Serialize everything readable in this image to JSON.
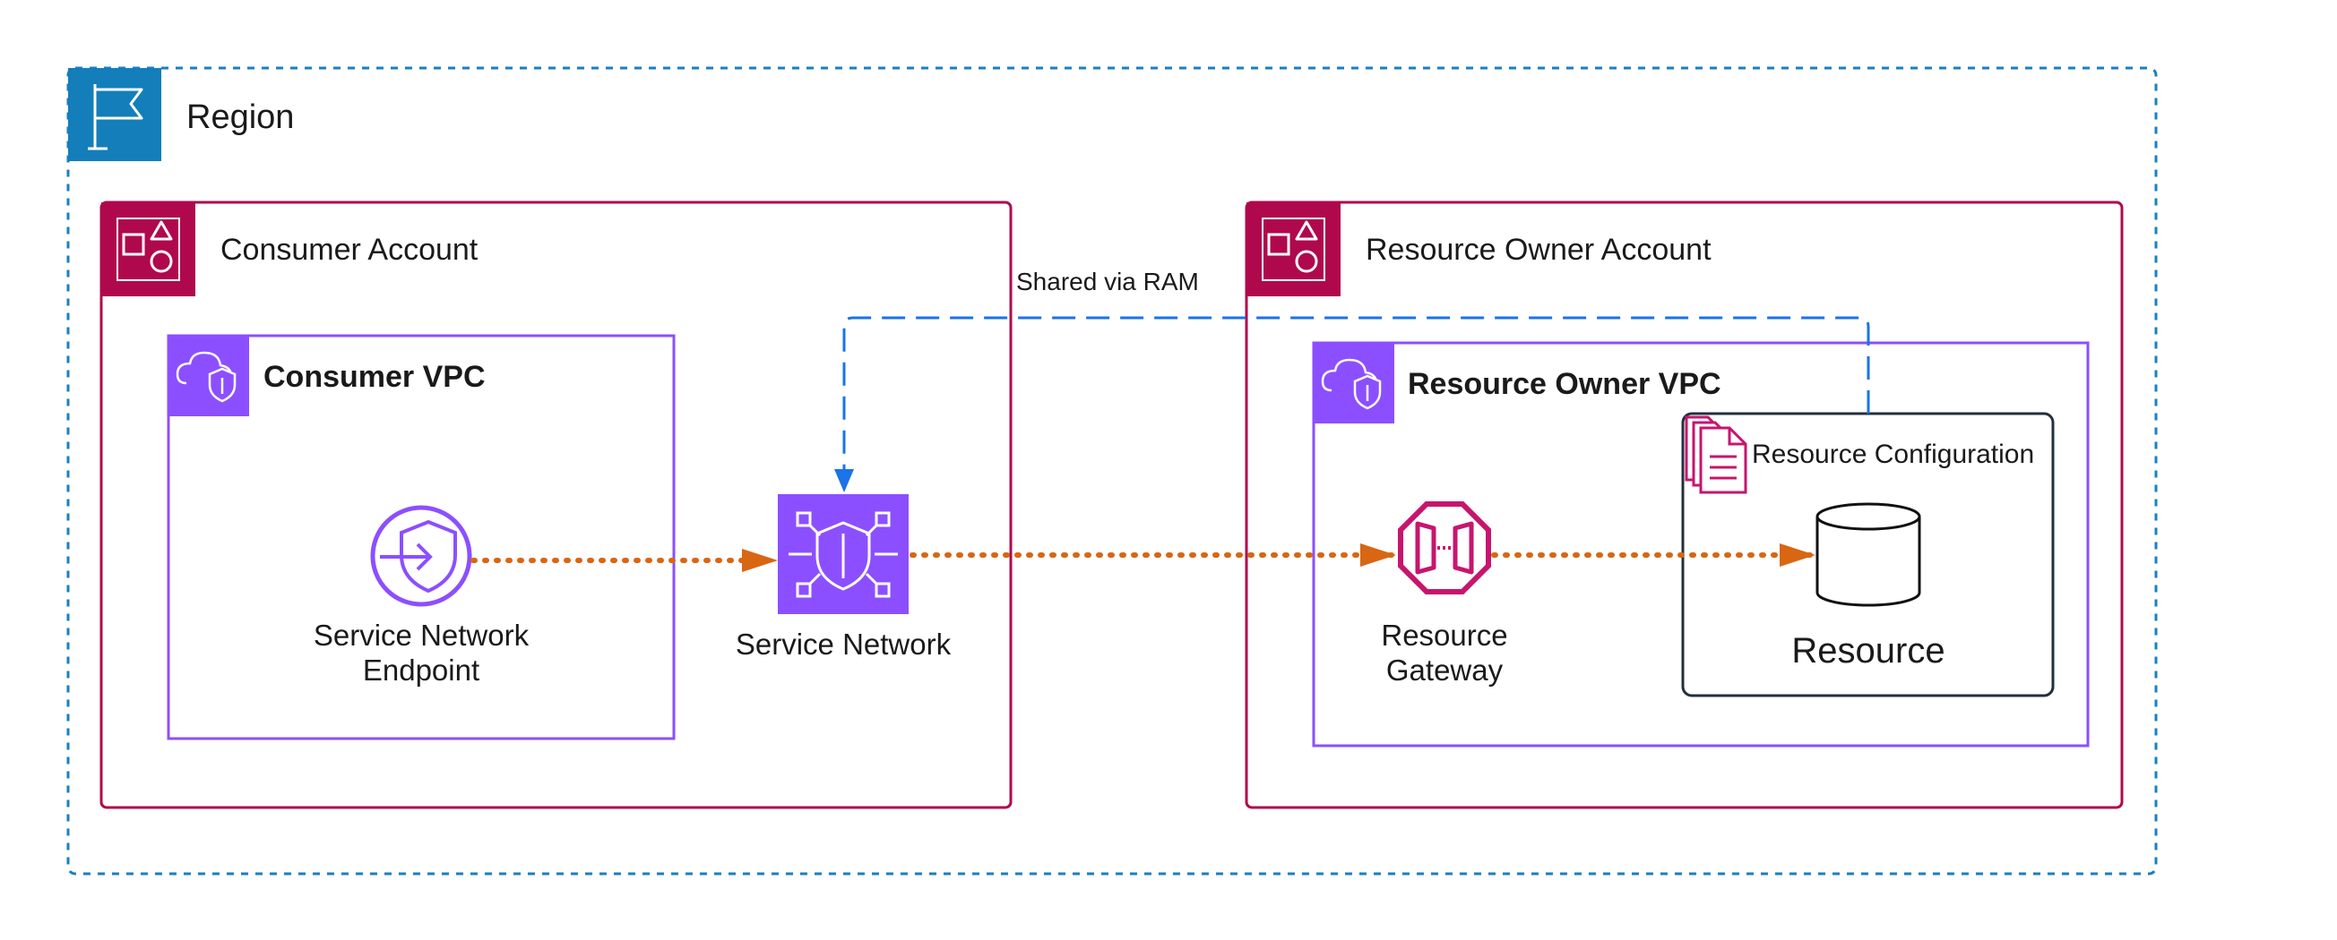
{
  "region": {
    "label": "Region",
    "icon": "flag-icon"
  },
  "consumer_account": {
    "label": "Consumer Account",
    "icon": "account-icon",
    "vpc": {
      "label": "Consumer VPC",
      "icon": "vpc-cloud-shield-icon"
    },
    "endpoint": {
      "label_line1": "Service Network",
      "label_line2": "Endpoint",
      "icon": "service-network-endpoint-icon"
    }
  },
  "service_network": {
    "label": "Service Network",
    "icon": "service-network-icon"
  },
  "shared_link": {
    "label": "Shared via RAM"
  },
  "resource_owner_account": {
    "label": "Resource Owner Account",
    "icon": "account-icon",
    "vpc": {
      "label": "Resource Owner VPC",
      "icon": "vpc-cloud-shield-icon"
    },
    "gateway": {
      "label_line1": "Resource",
      "label_line2": "Gateway",
      "icon": "resource-gateway-icon"
    },
    "resource_configuration": {
      "label": "Resource Configuration",
      "icon": "documents-icon",
      "resource": {
        "label": "Resource",
        "icon": "database-cylinder-icon"
      }
    }
  },
  "colors": {
    "region_blue": "#147EBA",
    "region_border": "#1a7fc1",
    "account_crimson": "#B0084D",
    "vpc_purple": "#8C4FFF",
    "flow_orange": "#D86613",
    "ram_blue": "#1A73E8",
    "config_border": "#232F3E",
    "document_pink": "#C7156E"
  }
}
